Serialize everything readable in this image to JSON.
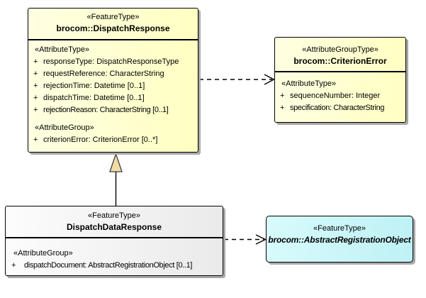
{
  "colors": {
    "class_fill": "#FFFFC2",
    "class_fill_light": "#FFFFE2",
    "neutral_fill": "#EAEAEA",
    "neutral_fill_light": "#FCFCFC",
    "abstract_fill": "#BEF1F5",
    "abstract_fill_light": "#D8FBFC",
    "border": "#000000",
    "shadow": "#A9A9A9",
    "triangle_fill": "#F1DCA7",
    "line": "#000000"
  },
  "boxes": {
    "dispatch_response": {
      "stereotype": "«FeatureType»",
      "name": "brocom::DispatchResponse",
      "attr_stereotype_1": "«AttributeType»",
      "attributes_1": [
        {
          "vis": "+",
          "text": "responseType: DispatchResponseType"
        },
        {
          "vis": "+",
          "text": "requestReference: CharacterString"
        },
        {
          "vis": "+",
          "text": "rejectionTime: Datetime [0..1]"
        },
        {
          "vis": "+",
          "text": "dispatchTime: Datetime [0..1]"
        },
        {
          "vis": "+",
          "text": "rejectionReason: CharacterString [0..1]"
        }
      ],
      "attr_stereotype_2": "«AttributeGroup»",
      "attributes_2": [
        {
          "vis": "+",
          "text": "criterionError: CriterionError [0..*]"
        }
      ]
    },
    "criterion_error": {
      "stereotype": "«AttributeGroupType»",
      "name": "brocom::CriterionError",
      "attr_stereotype_1": "«AttributeType»",
      "attributes_1": [
        {
          "vis": "+",
          "text": "sequenceNumber: Integer"
        },
        {
          "vis": "+",
          "text": "specification: CharacterString"
        }
      ]
    },
    "dispatch_data_response": {
      "stereotype": "«FeatureType»",
      "name": "DispatchDataResponse",
      "attr_stereotype_1": "«AttributeGroup»",
      "attributes_1": [
        {
          "vis": "+",
          "text": "dispatchDocument: AbstractRegistrationObject [0..1]"
        }
      ]
    },
    "abstract_registration_object": {
      "stereotype": "«FeatureType»",
      "name": "brocom::AbstractRegistrationObject"
    }
  },
  "connectors": [
    {
      "type": "dependency",
      "style": "dashed",
      "from": "brocom::DispatchResponse",
      "to": "brocom::CriterionError"
    },
    {
      "type": "dependency",
      "style": "dashed",
      "from": "DispatchDataResponse",
      "to": "brocom::AbstractRegistrationObject"
    },
    {
      "type": "generalization",
      "style": "solid",
      "from": "DispatchDataResponse",
      "to": "brocom::DispatchResponse"
    }
  ]
}
